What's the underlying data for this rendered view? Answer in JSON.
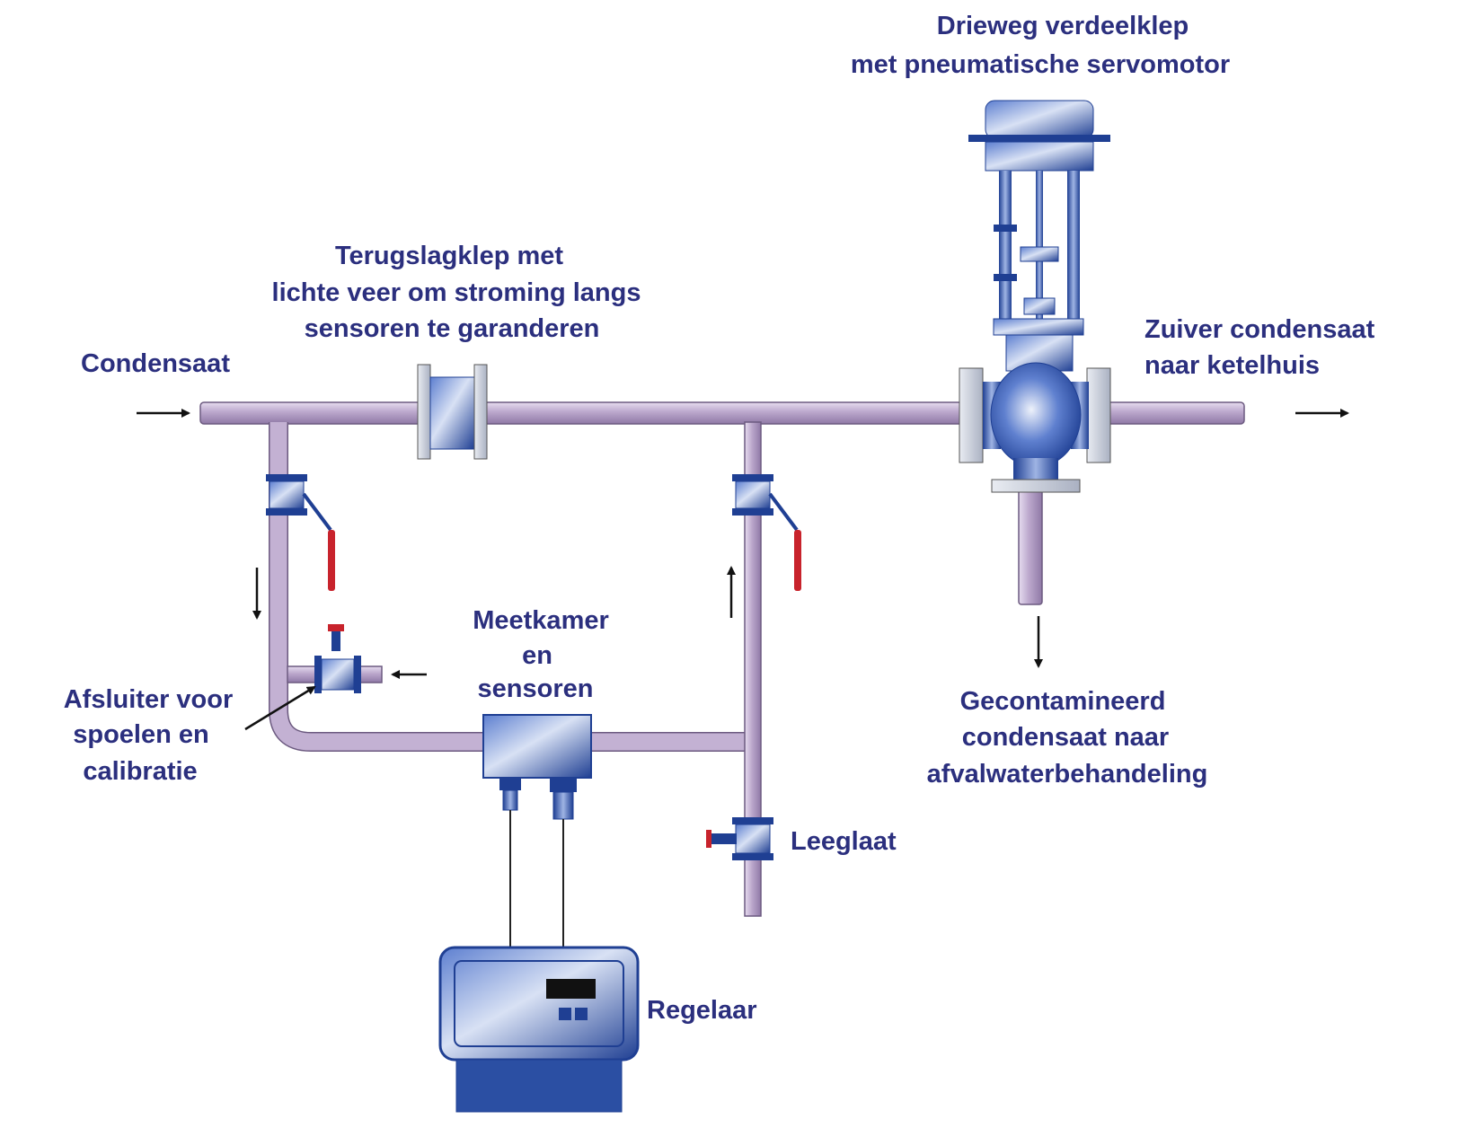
{
  "colors": {
    "label": "#2b2f7e",
    "pipe": "#bba7cc",
    "pipe_edge": "#6c5a80",
    "valve": "#1f3f93",
    "flange": "#c9cedb",
    "handle": "#c8232c",
    "arrow": "#111111"
  },
  "labels": {
    "drieweg_l1": "Drieweg verdeelklep",
    "drieweg_l2": "met pneumatische servomotor",
    "terugslag_l1": "Terugslagklep met",
    "terugslag_l2": "lichte veer om stroming langs",
    "terugslag_l3": "sensoren te garanderen",
    "condensaat": "Condensaat",
    "zuiver_l1": "Zuiver condensaat",
    "zuiver_l2": "naar ketelhuis",
    "meetkamer_l1": "Meetkamer",
    "meetkamer_l2": "en",
    "meetkamer_l3": "sensoren",
    "afsluiter_l1": "Afsluiter voor",
    "afsluiter_l2": "spoelen en",
    "afsluiter_l3": "calibratie",
    "gecontamineerd_l1": "Gecontamineerd",
    "gecontamineerd_l2": "condensaat naar",
    "gecontamineerd_l3": "afvalwaterbehandeling",
    "leeglaat": "Leeglaat",
    "regelaar": "Regelaar"
  },
  "icons": {
    "three_way_valve": "three-way-valve-icon",
    "check_valve": "check-valve-icon",
    "ball_valve": "ball-valve-icon",
    "measuring_chamber": "measuring-chamber-icon",
    "controller": "controller-icon"
  }
}
